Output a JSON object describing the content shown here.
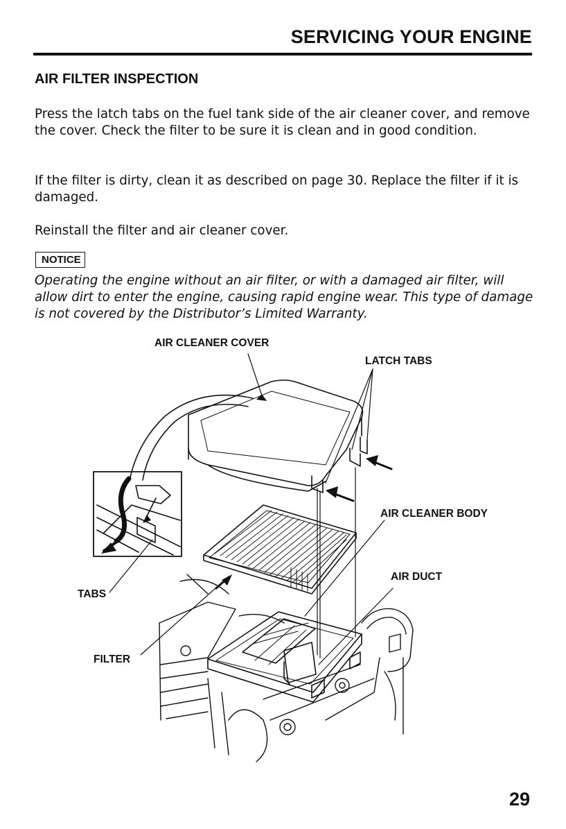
{
  "header": {
    "title": "SERVICING YOUR ENGINE"
  },
  "section": {
    "title": "AIR FILTER INSPECTION"
  },
  "paragraphs": [
    "Press the latch tabs on the fuel tank side of the air cleaner cover, and remove the cover. Check the filter to be sure it is clean and in good condition.",
    "If the filter is dirty, clean it as described on page 30. Replace the filter if it is damaged.",
    "Reinstall the filter and air cleaner cover."
  ],
  "notice": {
    "label": "NOTICE",
    "text": "Operating the engine without an air filter, or with a damaged air filter, will allow dirt to enter the engine, causing rapid engine wear. This type of damage is not covered by the Distributor’s Limited Warranty."
  },
  "figure": {
    "callouts": {
      "air_cleaner_cover": "AIR CLEANER COVER",
      "latch_tabs": "LATCH TABS",
      "air_cleaner_body": "AIR CLEANER BODY",
      "air_duct": "AIR DUCT",
      "tabs": "TABS",
      "filter": "FILTER"
    }
  },
  "footer": {
    "page_number": "29"
  }
}
